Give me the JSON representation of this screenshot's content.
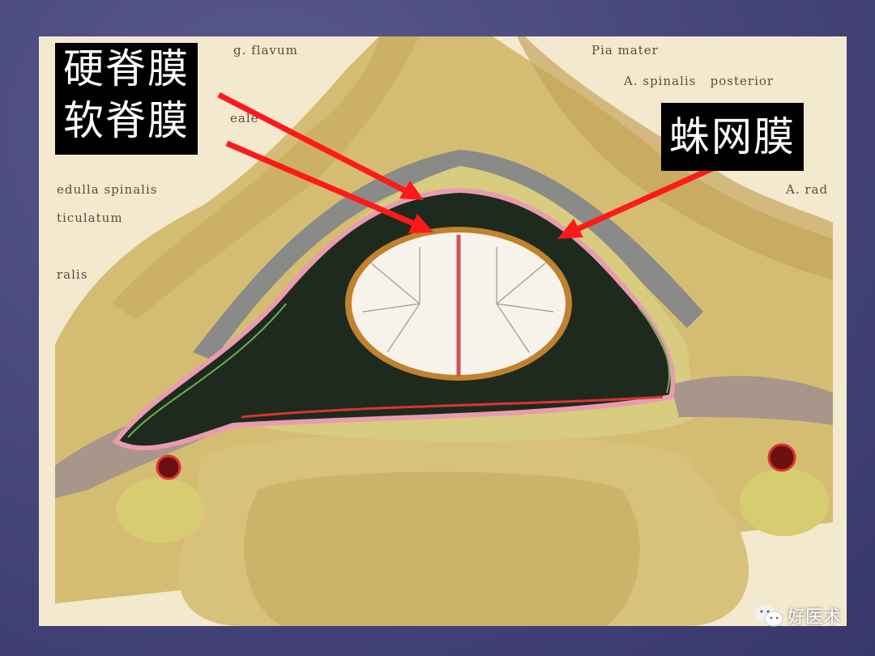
{
  "slide": {
    "background_color": "#46457a",
    "labels_cn": {
      "dura_mater": "硬脊膜",
      "pia_mater": "软脊膜",
      "arachnoid": "蛛网膜"
    },
    "arrow_color": "#ff1a1a",
    "illustration_labels": {
      "lig_flavum": "g. flavum",
      "pia_mater": "Pia mater",
      "a_spinalis_posterior": "A. spinalis   posterior",
      "partial_eale": "eale",
      "medulla_spinalis": "edulla spinalis",
      "reticulatum": "ticulatum",
      "ralis": "ralis",
      "a_rad": "A. rad"
    },
    "watermark": {
      "icon": "wechat-icon",
      "text": "好医术"
    }
  }
}
